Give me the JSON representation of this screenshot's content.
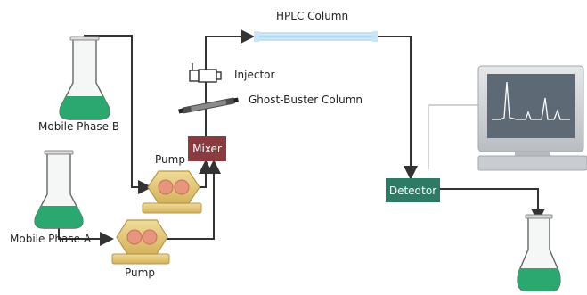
{
  "labels": {
    "hplc_column": "HPLC Column",
    "injector": "Injector",
    "ghost_buster": "Ghost-Buster Column",
    "mixer": "Mixer",
    "pump_top": "Pump",
    "pump_bottom": "Pump",
    "mobile_phase_b": "Mobile Phase B",
    "mobile_phase_a": "Mobile Phase A",
    "detector": "Detedtor"
  },
  "colors": {
    "mixer": "#8b3a3f",
    "detector": "#2f7a64",
    "liquid": "#2aa86f",
    "pump_body": "#e3c774",
    "pump_pistons": "#e8957d",
    "flow_line": "#333333"
  },
  "icons": [
    "flask-icon",
    "pump-icon",
    "injector-icon",
    "column-icon",
    "monitor-icon"
  ]
}
